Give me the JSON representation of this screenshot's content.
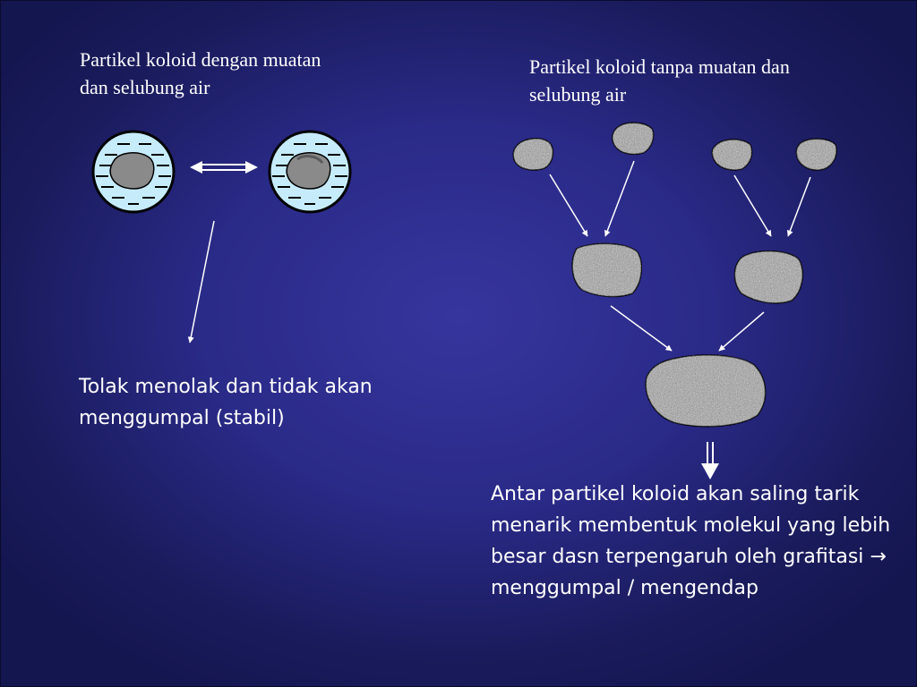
{
  "slide": {
    "left_caption": "Partikel koloid dengan muatan dan selubung air",
    "right_caption": "Partikel koloid tanpa muatan dan selubung air",
    "left_note": "Tolak menolak dan tidak akan menggumpal (stabil)",
    "right_note_before_arrow": "Antar partikel koloid akan saling tarik menarik membentuk molekul yang lebih besar dasn terpengaruh oleh grafitasi ",
    "right_note_arrow": "→",
    "right_note_after_arrow": " menggumpal / mengendap"
  },
  "colors": {
    "background": "#2a2a88",
    "water_shell": "#c6ecfc",
    "particle_core": "#8a8a8a",
    "aggregate": "#9c9c9c",
    "arrow": "#ffffff"
  }
}
